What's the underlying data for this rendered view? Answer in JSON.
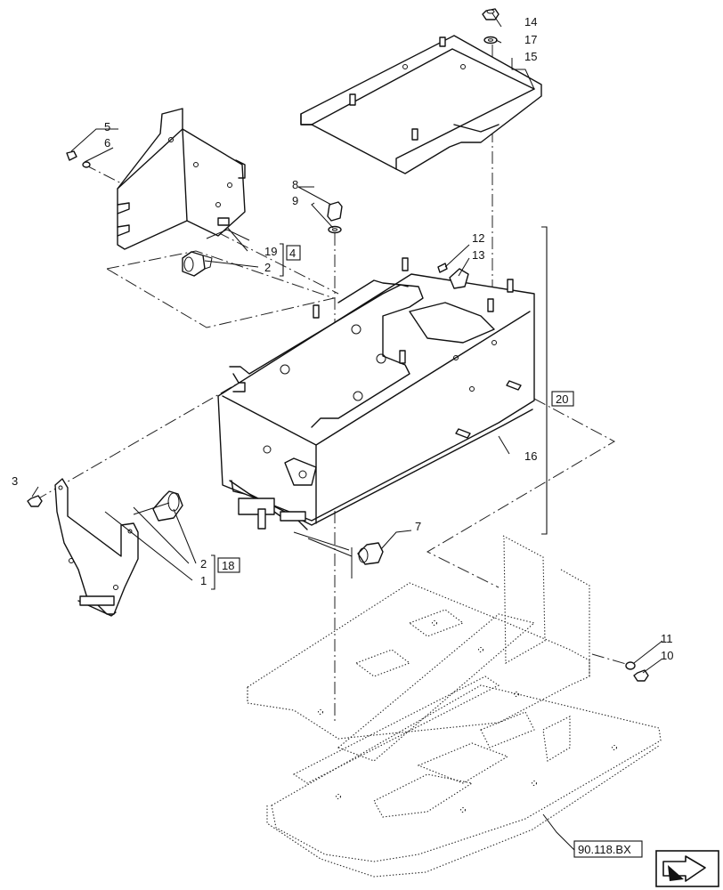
{
  "callouts": {
    "c1": "1",
    "c2a": "2",
    "c2b": "2",
    "c3": "3",
    "c4": "4",
    "c5": "5",
    "c6": "6",
    "c7": "7",
    "c8": "8",
    "c9": "9",
    "c10": "10",
    "c11": "11",
    "c12": "12",
    "c13": "13",
    "c14": "14",
    "c15": "15",
    "c16": "16",
    "c17": "17",
    "c18": "18",
    "c19": "19",
    "c20": "20"
  },
  "reference": {
    "label": "90.118.BX"
  },
  "nav_icon": {
    "name": "next-page-arrow-icon"
  }
}
